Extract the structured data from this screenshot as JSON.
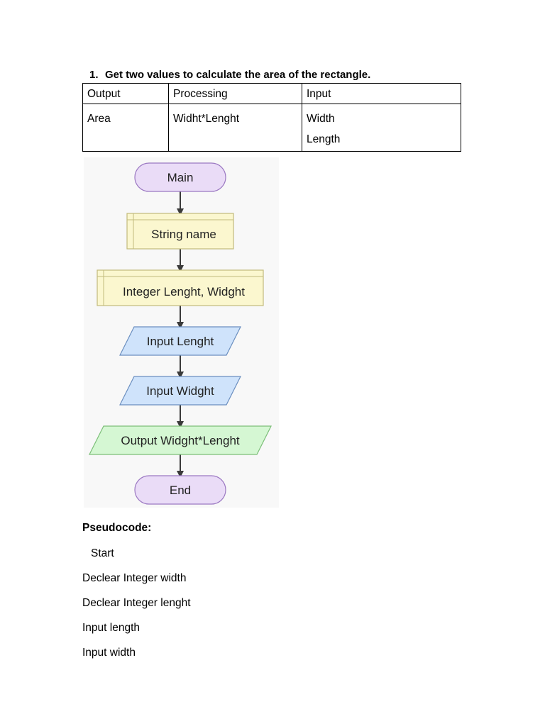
{
  "heading": {
    "number": "1.",
    "text": "Get two values to calculate the area of the rectangle."
  },
  "ipo_table": {
    "headers": [
      "Output",
      "Processing",
      "Input"
    ],
    "row": {
      "output": "Area",
      "processing": "Widht*Lenght",
      "input": [
        "Width",
        "Length"
      ]
    }
  },
  "flowchart": {
    "nodes": [
      {
        "kind": "terminator",
        "label": "Main",
        "fill": "#eadcf7",
        "stroke": "#9b78c2"
      },
      {
        "kind": "declaration",
        "label": "String name",
        "fill": "#fbf7cf",
        "stroke": "#c2bb7c"
      },
      {
        "kind": "declaration",
        "label": "Integer Lenght, Widght",
        "fill": "#fbf7cf",
        "stroke": "#c2bb7c"
      },
      {
        "kind": "input",
        "label": "Input Lenght",
        "fill": "#cfe3fb",
        "stroke": "#6b8fc0"
      },
      {
        "kind": "input",
        "label": "Input Widght",
        "fill": "#cfe3fb",
        "stroke": "#6b8fc0"
      },
      {
        "kind": "output",
        "label": "Output Widght*Lenght",
        "fill": "#d5f7d3",
        "stroke": "#7dbf79"
      },
      {
        "kind": "terminator",
        "label": "End",
        "fill": "#eadcf7",
        "stroke": "#9b78c2"
      }
    ]
  },
  "pseudocode": {
    "title": "Pseudocode:",
    "lines": [
      "Start",
      "Declear Integer width",
      "Declear Integer lenght",
      "Input length",
      "Input width"
    ]
  }
}
